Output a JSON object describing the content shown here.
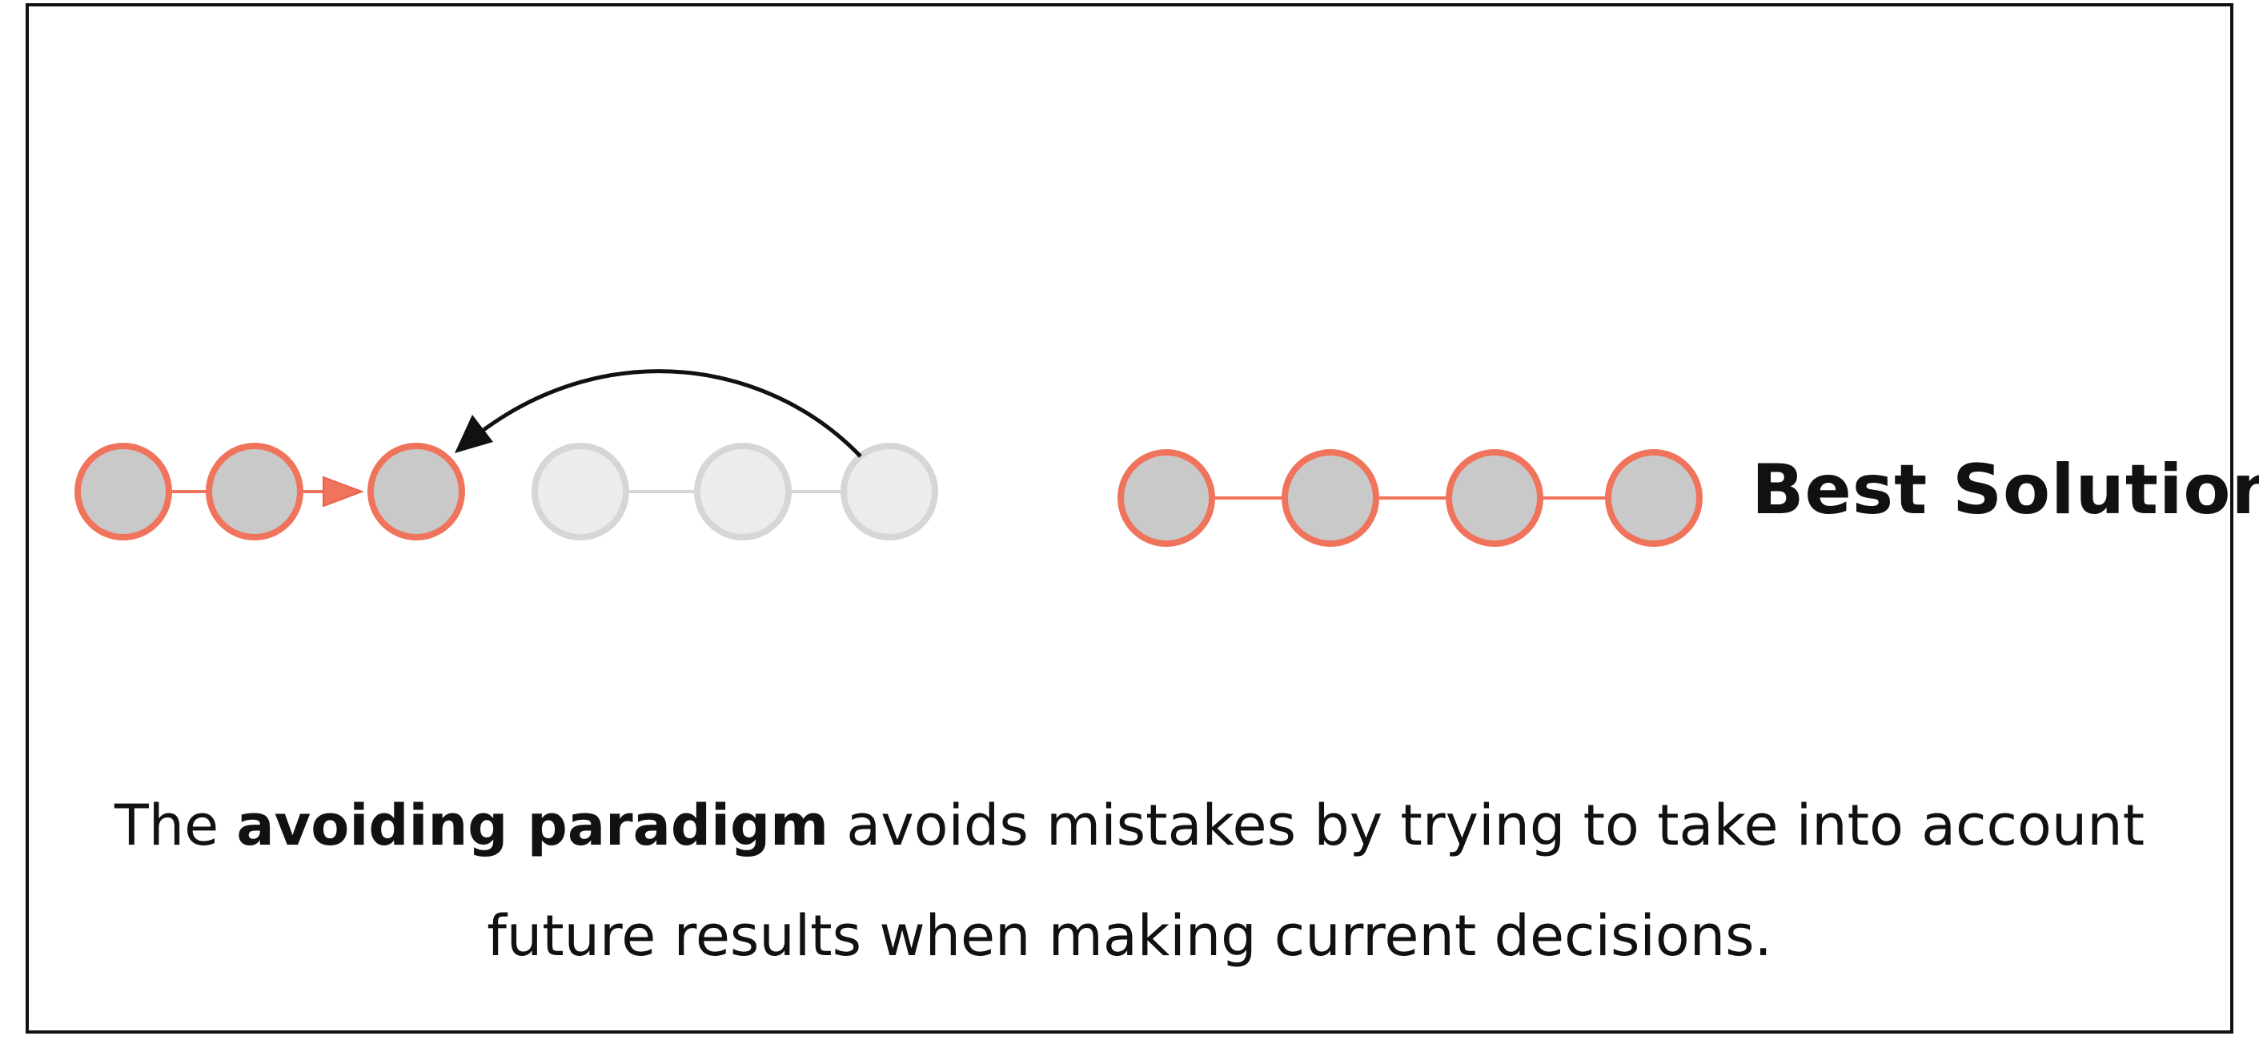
{
  "colors": {
    "active_stroke": "#f0735c",
    "active_fill": "#c9c9c9",
    "inactive_stroke": "#d6d6d6",
    "inactive_fill": "#ececec",
    "arrow": "#111111",
    "frame": "#111111"
  },
  "diagram": {
    "left_chain": {
      "active_nodes": 3,
      "faded_nodes": 3,
      "arrow": "curved-arrow-back"
    },
    "right_chain": {
      "nodes": 4,
      "label": "Best Solution"
    }
  },
  "caption": {
    "prefix": "The ",
    "bold": "avoiding paradigm",
    "line1_rest": " avoids mistakes by trying to take into account",
    "line2": "future results when making current decisions."
  }
}
